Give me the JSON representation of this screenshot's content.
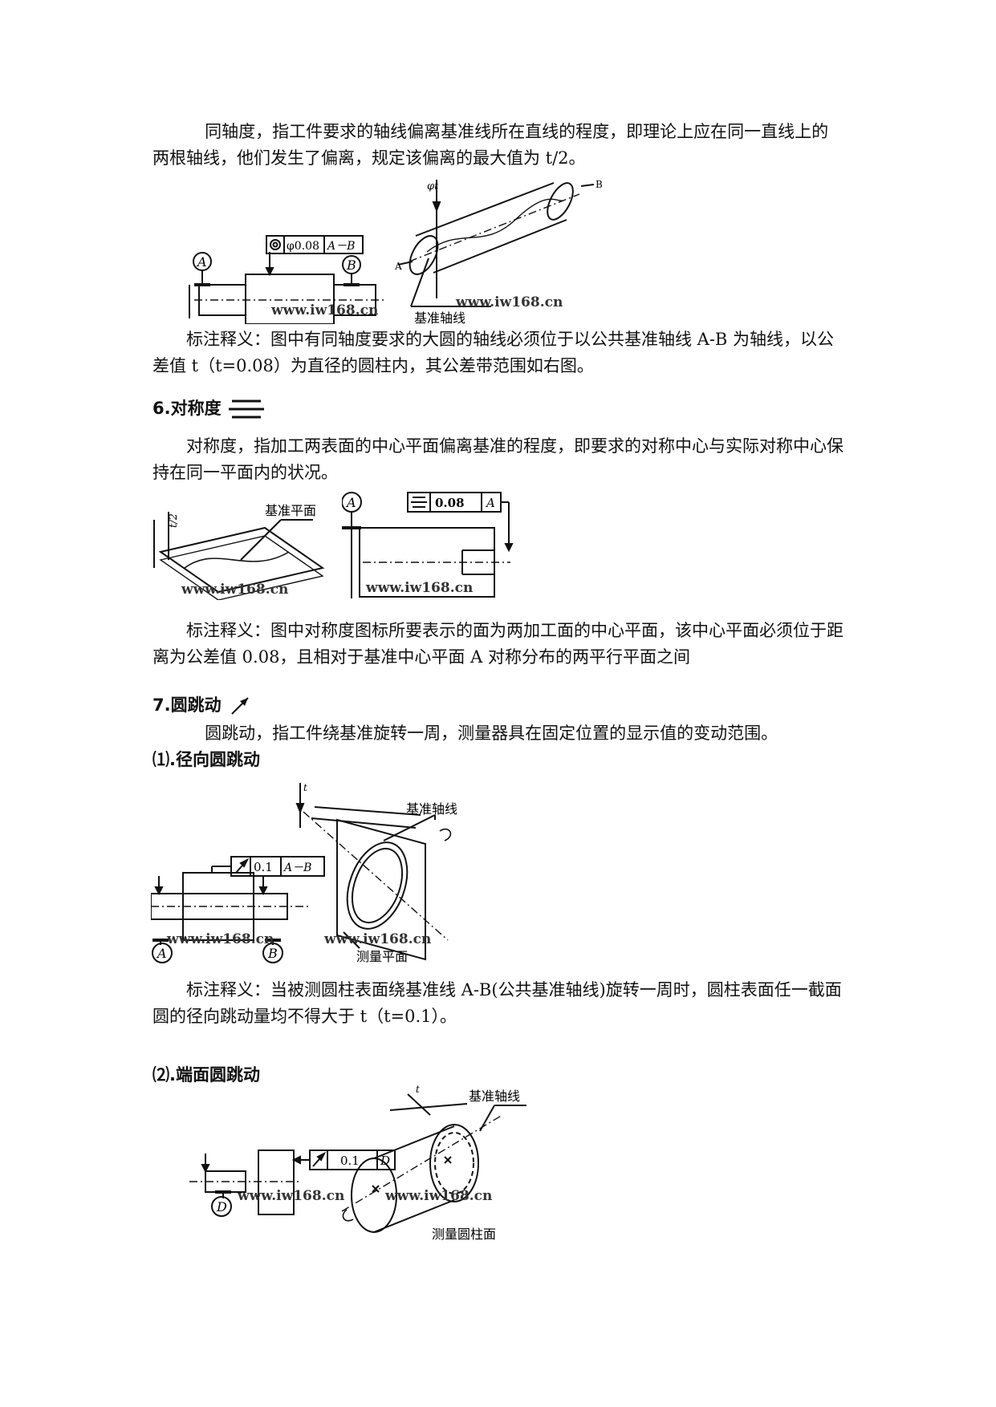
{
  "coaxiality": {
    "intro": "同轴度，指工件要求的轴线偏离基准线所在直线的程度，即理论上应在同一直线上的两根轴线，他们发生了偏离，规定该偏离的最大值为 t/2。",
    "fig_left": {
      "datum_a": "A",
      "datum_b": "B",
      "frame_value": "φ0.08",
      "frame_datum": "A－B",
      "watermark": "www.iw168.cn"
    },
    "fig_right": {
      "label_t": "φt",
      "label_a": "A",
      "label_b": "B",
      "axis_label": "基准轴线",
      "watermark": "www.iw168.cn"
    },
    "note": "标注释义：图中有同轴度要求的大圆的轴线必须位于以公共基准轴线 A-B 为轴线，以公差值 t（t=0.08）为直径的圆柱内，其公差带范围如右图。"
  },
  "symmetry": {
    "heading": "6.对称度",
    "intro": "对称度，指加工两表面的中心平面偏离基准的程度，即要求的对称中心与实际对称中心保持在同一平面内的状况。",
    "fig_left": {
      "plane_label": "基准平面",
      "label_t": "t/2",
      "watermark": "www.iw168.cn"
    },
    "fig_right": {
      "datum": "A",
      "frame_value": "0.08",
      "frame_datum": "A",
      "watermark": "www.iw168.cn"
    },
    "note": "标注释义：图中对称度图标所要表示的面为两加工面的中心平面，该中心平面必须位于距离为公差值 0.08，且相对于基准中心平面 A 对称分布的两平行平面之间"
  },
  "runout": {
    "heading": "7.圆跳动",
    "intro": "圆跳动，指工件绕基准旋转一周，测量器具在固定位置的显示值的变动范围。",
    "radial": {
      "heading": "⑴.径向圆跳动",
      "fig": {
        "axis_label": "基准轴线",
        "plane_label": "测量平面",
        "frame_value": "0.1",
        "frame_datum": "A－B",
        "datum_a": "A",
        "datum_b": "B",
        "label_t": "t",
        "watermark1": "www.iw168.cn",
        "watermark2": "www.iw168.cn"
      },
      "note": "标注释义：当被测圆柱表面绕基准线 A-B(公共基准轴线)旋转一周时，圆柱表面任一截面圆的径向跳动量均不得大于 t（t=0.1）。"
    },
    "axial": {
      "heading": "⑵.端面圆跳动",
      "fig": {
        "axis_label": "基准轴线",
        "cyl_label": "测量圆柱面",
        "frame_value": "0.1",
        "frame_datum": "D",
        "datum": "D",
        "label_t": "t",
        "watermark1": "www.iw168.cn",
        "watermark2": "www.iw168.cn"
      }
    }
  }
}
